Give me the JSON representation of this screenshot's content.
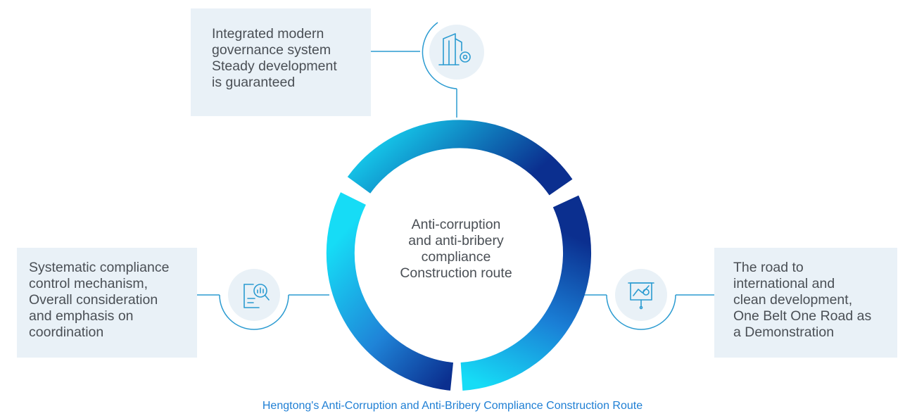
{
  "center": {
    "lines": [
      "Anti-corruption",
      "and anti-bribery",
      "compliance",
      "Construction route"
    ]
  },
  "nodes": [
    {
      "id": "top",
      "icon": "building-gear-icon",
      "lines": [
        "Integrated modern",
        "governance system",
        "Steady development",
        "is guaranteed"
      ]
    },
    {
      "id": "left",
      "icon": "document-analysis-icon",
      "lines": [
        "Systematic compliance",
        "control mechanism,",
        "Overall consideration",
        "and emphasis on",
        "coordination"
      ]
    },
    {
      "id": "right",
      "icon": "presentation-chart-icon",
      "lines": [
        "The road to",
        "international and",
        "clean development,",
        "One Belt One Road as",
        "a Demonstration"
      ]
    }
  ],
  "caption": "Hengtong's Anti-Corruption and Anti-Bribery Compliance Construction Route",
  "colors": {
    "ring_light": "#16dcf6",
    "ring_dark": "#0b2f8f",
    "connector": "#2b9bd1",
    "box_fill": "#e9f1f7",
    "caption": "#1f7fd4"
  }
}
